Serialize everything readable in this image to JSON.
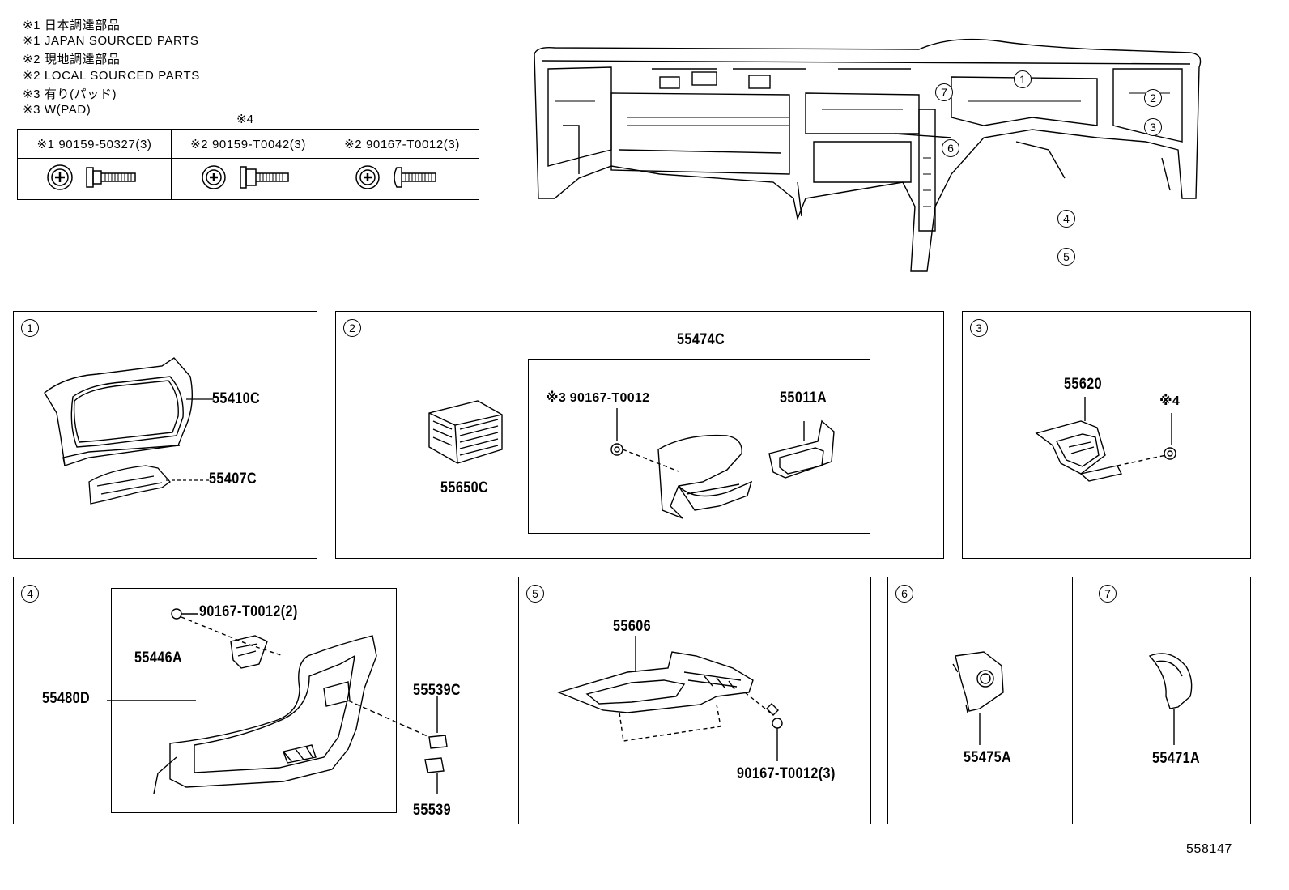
{
  "notes": [
    "※1 日本調達部品",
    "※1 JAPAN SOURCED PARTS",
    "※2 現地調達部品",
    "※2 LOCAL SOURCED PARTS",
    "※3 有り(パッド)",
    "※3 W(PAD)"
  ],
  "fastener_table": {
    "header_mark": "※4",
    "columns": [
      {
        "label": "※1 90159-50327(3)",
        "icon": "washer-bolt-icon"
      },
      {
        "label": "※2 90159-T0042(3)",
        "icon": "flange-bolt-icon"
      },
      {
        "label": "※2 90167-T0012(3)",
        "icon": "screw-icon"
      }
    ]
  },
  "overview": {
    "callouts": [
      "1",
      "2",
      "3",
      "4",
      "5",
      "6",
      "7"
    ]
  },
  "panels": [
    {
      "id": "1",
      "parts": [
        "55410C",
        "55407C"
      ]
    },
    {
      "id": "2",
      "group_label": "55474C",
      "parts": [
        "55650C",
        "※3 90167-T0012",
        "55011A"
      ]
    },
    {
      "id": "3",
      "parts": [
        "55620",
        "※4"
      ]
    },
    {
      "id": "4",
      "parts": [
        "90167-T0012(2)",
        "55446A",
        "55480D",
        "55539C",
        "55539"
      ]
    },
    {
      "id": "5",
      "parts": [
        "55606",
        "90167-T0012(3)"
      ]
    },
    {
      "id": "6",
      "parts": [
        "55475A"
      ]
    },
    {
      "id": "7",
      "parts": [
        "55471A"
      ]
    }
  ],
  "illustration_id": "558147"
}
